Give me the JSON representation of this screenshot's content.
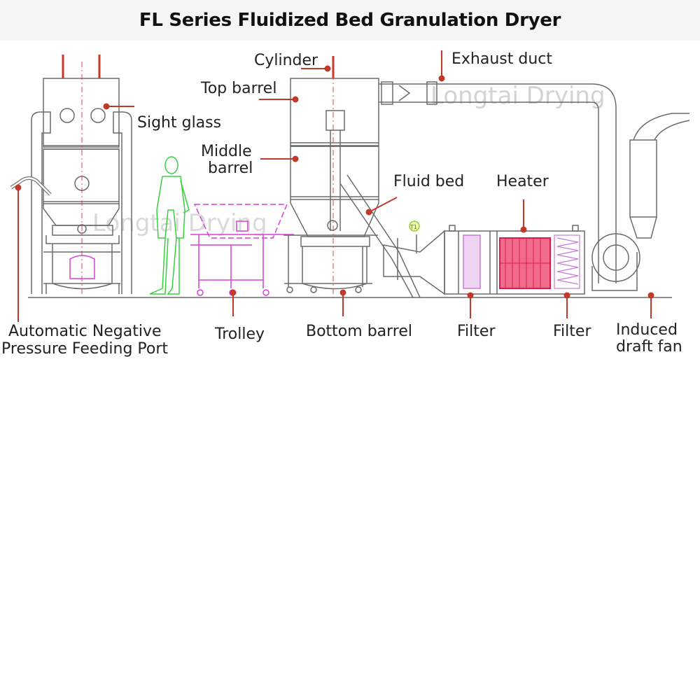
{
  "title": "FL Series Fluidized Bed Granulation Dryer",
  "watermark": "Longtai Drying",
  "labels": {
    "cylinder": "Cylinder",
    "exhaust_duct": "Exhaust duct",
    "top_barrel": "Top barrel",
    "sight_glass": "Sight glass",
    "middle_barrel_1": "Middle",
    "middle_barrel_2": "barrel",
    "fluid_bed": "Fluid bed",
    "heater": "Heater",
    "feeding_port_1": "Automatic Negative",
    "feeding_port_2": "Pressure Feeding Port",
    "trolley": "Trolley",
    "bottom_barrel": "Bottom barrel",
    "filter_1": "Filter",
    "filter_2": "Filter",
    "fan_1": "Induced",
    "fan_2": "draft fan"
  },
  "gauge_text": "T1",
  "colors": {
    "line": "#6b6b6b",
    "leader": "#c0392b",
    "trolley": "#d93fd9",
    "person": "#36d13b",
    "heater": "#d81b50",
    "filter_pink": "#c77bd9",
    "center_line": "#e04040",
    "title_bg": "#f5f5f5"
  }
}
